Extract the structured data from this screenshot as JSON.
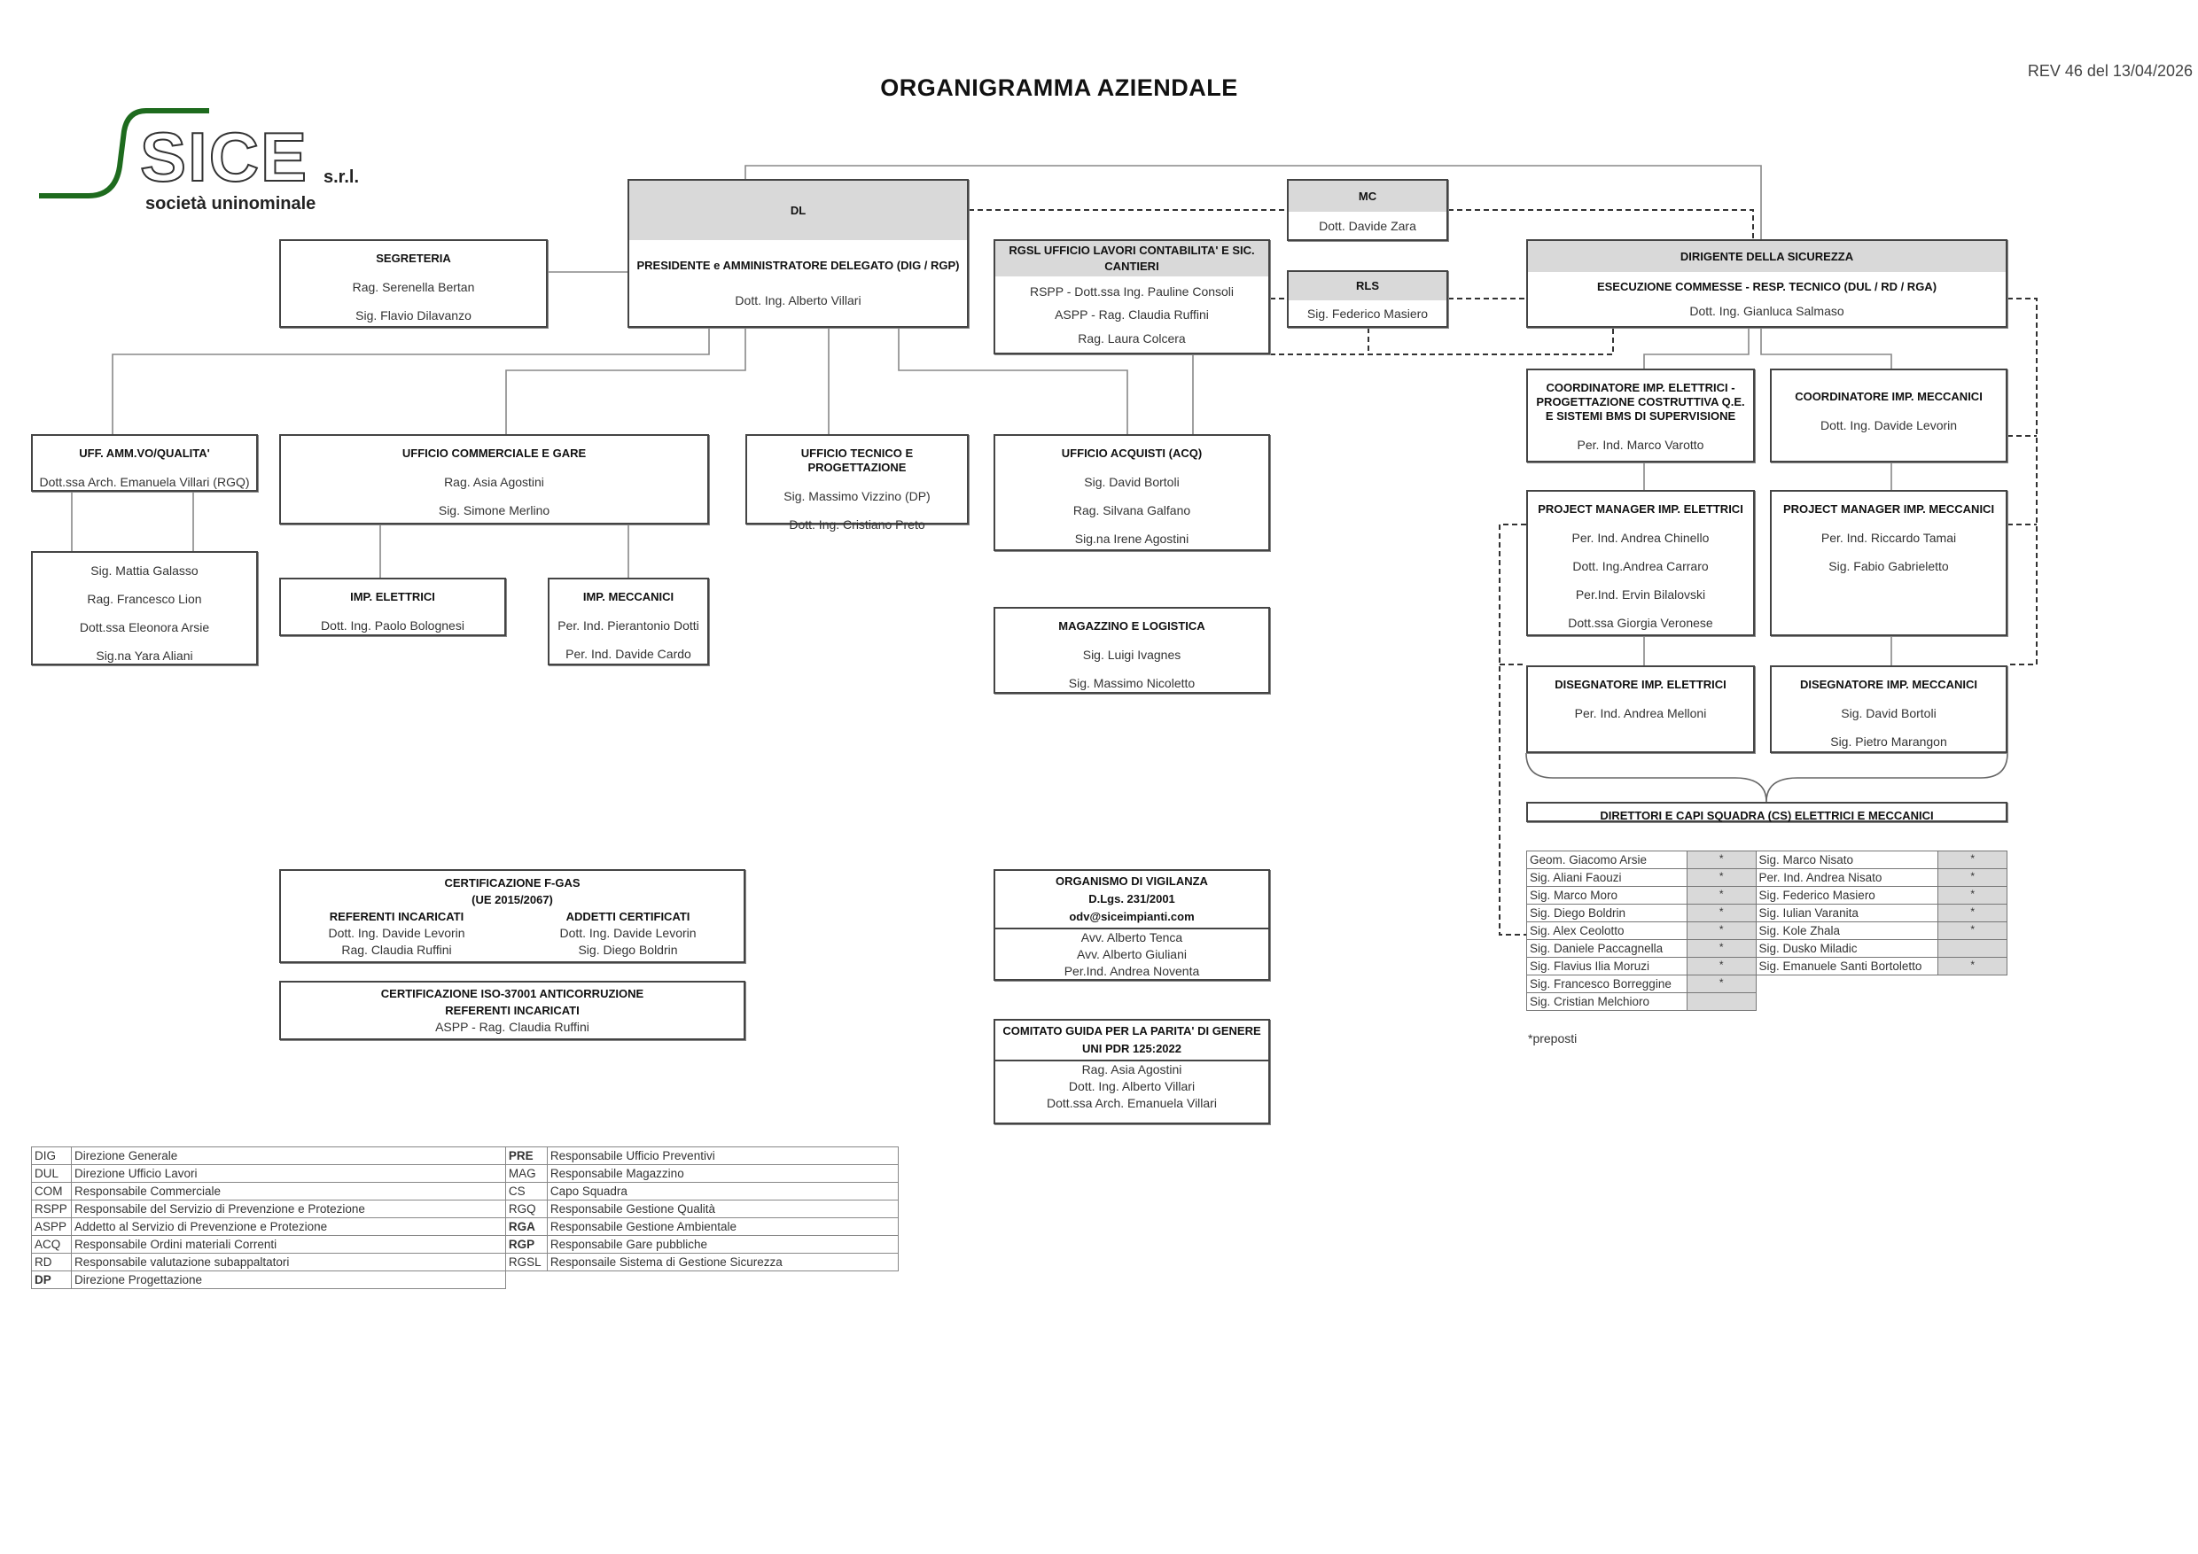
{
  "header": {
    "title": "ORGANIGRAMMA AZIENDALE",
    "revision": "REV 46 del  13/04/2026"
  },
  "logo": {
    "name": "SICE",
    "suffix": "s.r.l.",
    "tagline": "società uninominale",
    "color": "#1e6b1e"
  },
  "boxes": {
    "dl": {
      "role": "DL",
      "title": "PRESIDENTE e AMMINISTRATORE DELEGATO (DIG / RGP)",
      "members": [
        "Dott. Ing. Alberto Villari"
      ]
    },
    "segreteria": {
      "title": "SEGRETERIA",
      "members": [
        "Rag. Serenella Bertan",
        "Sig. Flavio Dilavanzo"
      ]
    },
    "rgsl": {
      "role": "RGSL UFFICIO LAVORI CONTABILITA' E SIC. CANTIERI",
      "members": [
        "RSPP - Dott.ssa Ing. Pauline Consoli",
        "ASPP - Rag. Claudia Ruffini",
        "Rag. Laura Colcera"
      ]
    },
    "mc": {
      "role": "MC",
      "members": [
        "Dott. Davide Zara"
      ]
    },
    "rls": {
      "role": "RLS",
      "members": [
        "Sig. Federico Masiero"
      ]
    },
    "dirigente": {
      "role": "DIRIGENTE DELLA SICUREZZA",
      "title": "ESECUZIONE COMMESSE - RESP. TECNICO (DUL / RD / RGA)",
      "members": [
        "Dott. Ing. Gianluca Salmaso"
      ]
    },
    "amm": {
      "title": "UFF. AMM.VO/QUALITA'",
      "members": [
        "Dott.ssa Arch. Emanuela Villari (RGQ)"
      ]
    },
    "amm_staff": {
      "members": [
        "Sig. Mattia Galasso",
        "Rag. Francesco Lion",
        "Dott.ssa Eleonora Arsie",
        "Sig.na Yara Aliani"
      ]
    },
    "comm": {
      "title": "UFFICIO COMMERCIALE E GARE",
      "members": [
        "Rag. Asia Agostini",
        "Sig. Simone Merlino"
      ]
    },
    "imp_el": {
      "title": "IMP. ELETTRICI",
      "members": [
        "Dott. Ing. Paolo Bolognesi"
      ]
    },
    "imp_mec": {
      "title": "IMP. MECCANICI",
      "members": [
        "Per. Ind. Pierantonio Dotti",
        "Per. Ind. Davide Cardo"
      ]
    },
    "tecnico": {
      "title": "UFFICIO TECNICO E PROGETTAZIONE",
      "members": [
        "Sig. Massimo Vizzino (DP)",
        "Dott. Ing. Cristiano Preto"
      ]
    },
    "acq": {
      "title": "UFFICIO ACQUISTI (ACQ)",
      "members": [
        "Sig. David Bortoli",
        "Rag. Silvana Galfano",
        "Sig.na Irene Agostini"
      ]
    },
    "magazzino": {
      "title": "MAGAZZINO E LOGISTICA",
      "members": [
        "Sig. Luigi Ivagnes",
        "Sig. Massimo Nicoletto"
      ]
    },
    "coord_el": {
      "title": "COORDINATORE IMP. ELETTRICI - PROGETTAZIONE COSTRUTTIVA Q.E. E SISTEMI BMS DI SUPERVISIONE",
      "members": [
        "Per. Ind. Marco Varotto"
      ]
    },
    "coord_mec": {
      "title": "COORDINATORE IMP. MECCANICI",
      "members": [
        "Dott. Ing. Davide Levorin"
      ]
    },
    "pm_el": {
      "title": "PROJECT MANAGER  IMP. ELETTRICI",
      "members": [
        "Per. Ind. Andrea Chinello",
        "Dott. Ing.Andrea Carraro",
        "Per.Ind. Ervin Bilalovski",
        "Dott.ssa Giorgia Veronese"
      ]
    },
    "pm_mec": {
      "title": "PROJECT MANAGER  IMP. MECCANICI",
      "members": [
        "Per. Ind. Riccardo Tamai",
        "Sig. Fabio Gabrieletto"
      ]
    },
    "dis_el": {
      "title": "DISEGNATORE  IMP. ELETTRICI",
      "members": [
        "Per. Ind. Andrea Melloni"
      ]
    },
    "dis_mec": {
      "title": "DISEGNATORE  IMP. MECCANICI",
      "members": [
        "Sig. David Bortoli",
        "Sig. Pietro Marangon"
      ]
    },
    "direttori": {
      "title": "DIRETTORI E CAPI SQUADRA (CS) ELETTRICI E MECCANICI",
      "members": []
    }
  },
  "crew": {
    "left": [
      {
        "name": "Geom. Giacomo Arsie",
        "mark": "*"
      },
      {
        "name": "Sig. Aliani Faouzi",
        "mark": "*"
      },
      {
        "name": "Sig. Marco Moro",
        "mark": "*"
      },
      {
        "name": "Sig. Diego Boldrin",
        "mark": "*"
      },
      {
        "name": "Sig. Alex Ceolotto",
        "mark": "*"
      },
      {
        "name": "Sig. Daniele Paccagnella",
        "mark": "*"
      },
      {
        "name": "Sig. Flavius Ilia Moruzi",
        "mark": "*"
      },
      {
        "name": "Sig. Francesco Borreggine",
        "mark": "*"
      },
      {
        "name": "Sig. Cristian Melchioro",
        "mark": ""
      }
    ],
    "right": [
      {
        "name": "Sig. Marco Nisato",
        "mark": "*"
      },
      {
        "name": "Per. Ind. Andrea Nisato",
        "mark": "*"
      },
      {
        "name": "Sig. Federico Masiero",
        "mark": "*"
      },
      {
        "name": "Sig. Iulian Varanita",
        "mark": "*"
      },
      {
        "name": "Sig. Kole Zhala",
        "mark": "*"
      },
      {
        "name": "Sig. Dusko Miladic",
        "mark": ""
      },
      {
        "name": "Sig. Emanuele Santi Bortoletto",
        "mark": "*"
      }
    ],
    "footnote": "*preposti"
  },
  "certifications": {
    "fgas": {
      "title": "CERTIFICAZIONE F-GAS",
      "subtitle": "(UE 2015/2067)",
      "left_head": "REFERENTI INCARICATI",
      "left": [
        "Dott. Ing. Davide Levorin",
        "Rag. Claudia Ruffini"
      ],
      "right_head": "ADDETTI CERTIFICATI",
      "right": [
        "Dott. Ing. Davide Levorin",
        "Sig. Diego Boldrin"
      ]
    },
    "iso": {
      "title": "CERTIFICAZIONE ISO-37001 ANTICORRUZIONE",
      "subtitle": "REFERENTI INCARICATI",
      "members": [
        "ASPP - Rag. Claudia Ruffini"
      ]
    },
    "odv": {
      "head": [
        "ORGANISMO DI VIGILANZA",
        "D.Lgs. 231/2001",
        "odv@siceimpianti.com"
      ],
      "members": [
        "Avv. Alberto Tenca",
        "Avv. Alberto Giuliani",
        "Per.Ind. Andrea Noventa"
      ]
    },
    "parita": {
      "head": [
        "COMITATO GUIDA PER LA PARITA' DI GENERE",
        "UNI PDR 125:2022"
      ],
      "members": [
        "Rag. Asia Agostini",
        "Dott. Ing. Alberto Villari",
        "Dott.ssa Arch. Emanuela Villari"
      ]
    }
  },
  "legend": [
    [
      {
        "abbr": "DIG",
        "desc": "Direzione Generale",
        "emphasis": false
      },
      {
        "abbr": "PRE",
        "desc": "Responsabile Ufficio Preventivi",
        "emphasis": true
      }
    ],
    [
      {
        "abbr": "DUL",
        "desc": "Direzione Ufficio Lavori",
        "emphasis": false
      },
      {
        "abbr": "MAG",
        "desc": "Responsabile Magazzino",
        "emphasis": false
      }
    ],
    [
      {
        "abbr": "COM",
        "desc": "Responsabile Commerciale",
        "emphasis": false
      },
      {
        "abbr": "CS",
        "desc": "Capo Squadra",
        "emphasis": false
      }
    ],
    [
      {
        "abbr": "RSPP",
        "desc": "Responsabile del Servizio di Prevenzione e Protezione",
        "emphasis": false
      },
      {
        "abbr": "RGQ",
        "desc": "Responsabile Gestione Qualità",
        "emphasis": false
      }
    ],
    [
      {
        "abbr": "ASPP",
        "desc": "Addetto al Servizio di Prevenzione e Protezione",
        "emphasis": false
      },
      {
        "abbr": "RGA",
        "desc": "Responsabile Gestione Ambientale",
        "emphasis": true
      }
    ],
    [
      {
        "abbr": "ACQ",
        "desc": "Responsabile Ordini materiali Correnti",
        "emphasis": false
      },
      {
        "abbr": "RGP",
        "desc": "Responsabile Gare pubbliche",
        "emphasis": true
      }
    ],
    [
      {
        "abbr": "RD",
        "desc": "Responsabile valutazione subappaltatori",
        "emphasis": false
      },
      {
        "abbr": "RGSL",
        "desc": "Responsaile Sistema di Gestione Sicurezza",
        "emphasis": false
      }
    ],
    [
      {
        "abbr": "DP",
        "desc": "Direzione Progettazione",
        "emphasis": true
      },
      null
    ]
  ]
}
